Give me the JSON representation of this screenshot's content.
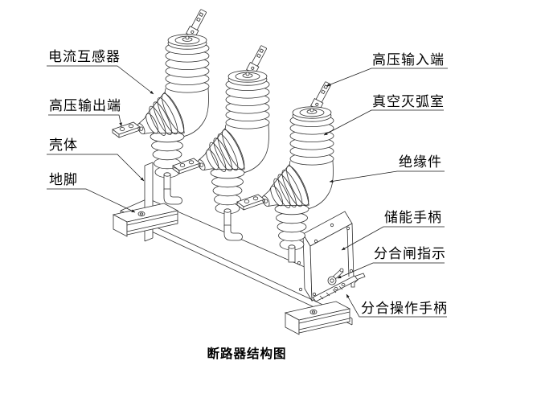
{
  "diagram": {
    "caption": "断路器结构图",
    "labels": {
      "current_transformer": "电流互感器",
      "hv_output_terminal": "高压输出端",
      "shell": "壳体",
      "foot": "地脚",
      "hv_input_terminal": "高压输入端",
      "vacuum_interrupter": "真空灭弧室",
      "insulator": "绝缘件",
      "energy_storage_handle": "储能手柄",
      "switch_indicator": "分合闸指示",
      "operating_handle": "分合操作手柄"
    },
    "colors": {
      "line": "#2f2f2f",
      "text": "#000000",
      "background": "#ffffff"
    }
  }
}
